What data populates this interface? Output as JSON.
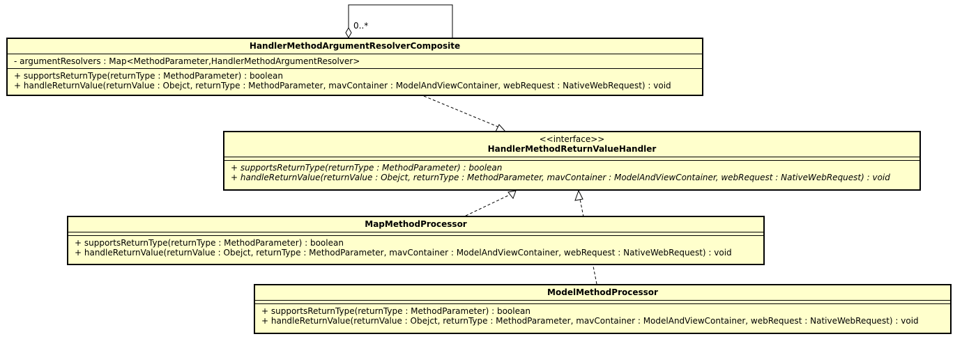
{
  "classes": {
    "composite": {
      "name": "HandlerMethodArgumentResolverComposite",
      "attributes": [
        "- argumentResolvers : Map<MethodParameter,HandlerMethodArgumentResolver>"
      ],
      "operations": [
        "+ supportsReturnType(returnType : MethodParameter) : boolean",
        "+ handleReturnValue(returnValue : Obejct, returnType : MethodParameter, mavContainer : ModelAndViewContainer, webRequest : NativeWebRequest) : void"
      ]
    },
    "iface": {
      "stereotype": "<<interface>>",
      "name": "HandlerMethodReturnValueHandler",
      "operations": [
        "+ supportsReturnType(returnType : MethodParameter) : boolean",
        "+ handleReturnValue(returnValue : Obejct, returnType : MethodParameter, mavContainer : ModelAndViewContainer, webRequest : NativeWebRequest) : void"
      ]
    },
    "map": {
      "name": "MapMethodProcessor",
      "operations": [
        "+ supportsReturnType(returnType : MethodParameter) : boolean",
        "+ handleReturnValue(returnValue : Obejct, returnType : MethodParameter, mavContainer : ModelAndViewContainer, webRequest : NativeWebRequest) : void"
      ]
    },
    "model": {
      "name": "ModelMethodProcessor",
      "operations": [
        "+ supportsReturnType(returnType : MethodParameter) : boolean",
        "+ handleReturnValue(returnValue : Obejct, returnType : MethodParameter, mavContainer : ModelAndViewContainer, webRequest : NativeWebRequest) : void"
      ]
    }
  },
  "self_association": {
    "multiplicity": "0..*"
  },
  "colors": {
    "class_fill": "#ffffcc",
    "line": "#000000"
  }
}
